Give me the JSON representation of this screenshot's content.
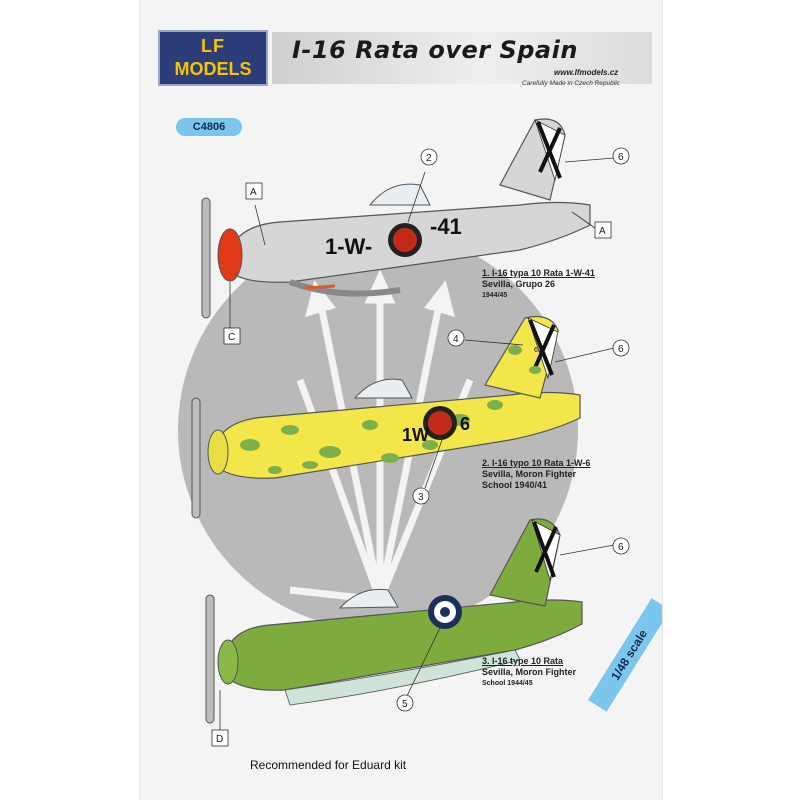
{
  "header": {
    "logo_mark": "LF",
    "logo_text": "MODELS",
    "title": "I-16 Rata over Spain",
    "url": "www.lfmodels.cz",
    "made_in": "Carefully Made in Czech Republic"
  },
  "catalog_number": "C4806",
  "aircraft": [
    {
      "caption_line1": "1. I-16 typa 10 Rata 1-W-41",
      "caption_line2": "Sevilla, Grupo 26",
      "caption_line3": "1944/45",
      "code_left": "1-W-",
      "code_right": "-41",
      "colors": {
        "body": "#d8d8d8",
        "spinner": "#e03a1a"
      }
    },
    {
      "caption_line1": "2. I-16 typo 10 Rata 1-W-6",
      "caption_line2": "Sevilla, Moron Fighter",
      "caption_line3": "School 1940/41",
      "code_left": "1W",
      "code_right": "6",
      "tail_code": "61",
      "colors": {
        "body": "#f2e64a",
        "camo": "#7db04a"
      }
    },
    {
      "caption_line1": "3. I-16 type 10 Rata",
      "caption_line2": "Sevilla, Moron Fighter",
      "caption_line3": "School 1944/45",
      "colors": {
        "body": "#7eab3e",
        "underside": "#cfe3d8"
      }
    }
  ],
  "callouts": {
    "a1": "A",
    "a2": "A",
    "c": "C",
    "d": "D",
    "n2": "2",
    "n3": "3",
    "n4": "4",
    "n5": "5",
    "n6a": "6",
    "n6b": "6",
    "n6c": "6"
  },
  "footer_note": "Recommended for Eduard kit",
  "scale_label": "1/48 scale"
}
